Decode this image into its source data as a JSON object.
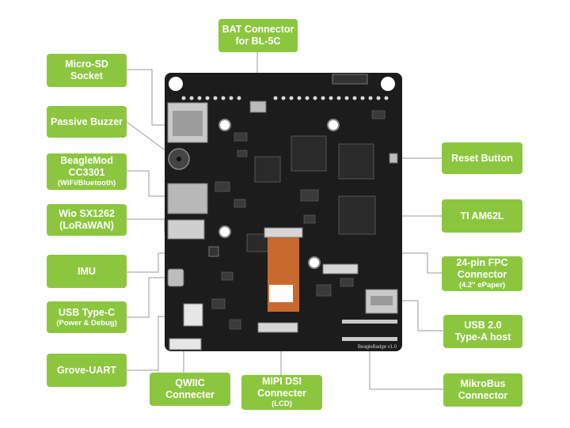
{
  "diagram": {
    "labels": {
      "bat_connector": {
        "line1": "BAT Connector",
        "line2": "for BL-5C"
      },
      "micro_sd": {
        "line1": "Micro-SD",
        "line2": "Socket"
      },
      "passive_buzzer": {
        "line1": "Passive Buzzer"
      },
      "beaglemod": {
        "line1": "BeagleMod",
        "line2": "CC3301",
        "sub": "(WiFi/Bluetooth)"
      },
      "wio": {
        "line1": "Wio SX1262",
        "line2": "(LoRaWAN)"
      },
      "imu": {
        "line1": "IMU"
      },
      "usb_c": {
        "line1": "USB Type-C",
        "sub": "(Power & Debug)"
      },
      "grove_uart": {
        "line1": "Grove-UART"
      },
      "qwiic": {
        "line1": "QWIIC",
        "line2": "Connecter"
      },
      "mipi_dsi": {
        "line1": "MIPI DSI",
        "line2": "Connecter",
        "sub": "(LCD)"
      },
      "mikrobus": {
        "line1": "MikroBus",
        "line2": "Connector"
      },
      "usb_a": {
        "line1": "USB 2.0",
        "line2": "Type-A host"
      },
      "fpc": {
        "line1": "24-pin FPC",
        "line2": "Connector",
        "sub": "(4.2\" ePaper)"
      },
      "ti_am62l": {
        "line1": "TI AM62L"
      },
      "reset_button": {
        "line1": "Reset Button"
      }
    },
    "silkscreen": {
      "board_name": "BeagleBadge v1.0"
    },
    "colors": {
      "label_bg": "#8cc63f",
      "label_text": "#ffffff",
      "board": "#1c1c1c",
      "leader_line": "#9a9a9a",
      "ribbon": "#c8692e"
    }
  }
}
